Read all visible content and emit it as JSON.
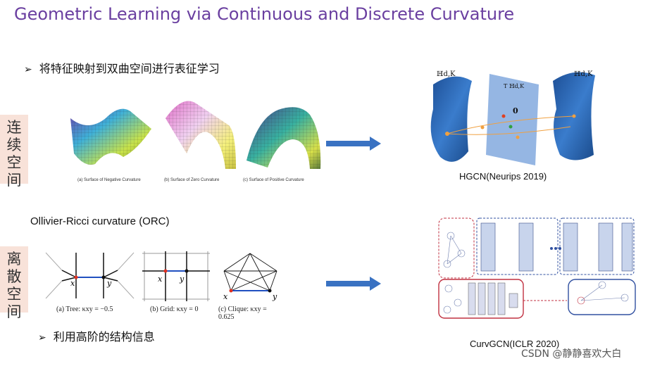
{
  "slide": {
    "title": "Geometric Learning via Continuous and Discrete Curvature",
    "continuous": {
      "label": "连续空间",
      "bullet": "将特征映射到双曲空间进行表征学习",
      "surface_captions": [
        "(a) Surface of Negative Curvature",
        "(b) Surface of Zero Curvature",
        "(c) Surface of Positive Curvature"
      ],
      "model_caption": "HGCN(Neurips 2019)"
    },
    "discrete": {
      "label": "离散空间",
      "orc_title": "Ollivier-Ricci curvature (ORC)",
      "graph_captions": [
        "(a) Tree: κxy = −0.5",
        "(b) Grid: κxy = 0",
        "(c) Clique:   κxy   =",
        "0.625"
      ],
      "bullet": "利用高阶的结构信息",
      "model_caption": "CurvGCN(ICLR 2020)"
    },
    "watermark": "CSDN @静静喜欢大白"
  },
  "icons": [
    "bullet-arrow-icon",
    "right-arrow-icon"
  ],
  "colors": {
    "title": "#6a3fa0",
    "side_label_bg": "#f8e2d9",
    "arrow": "#3a72c2",
    "hyperbolic": "#2f66b2"
  }
}
